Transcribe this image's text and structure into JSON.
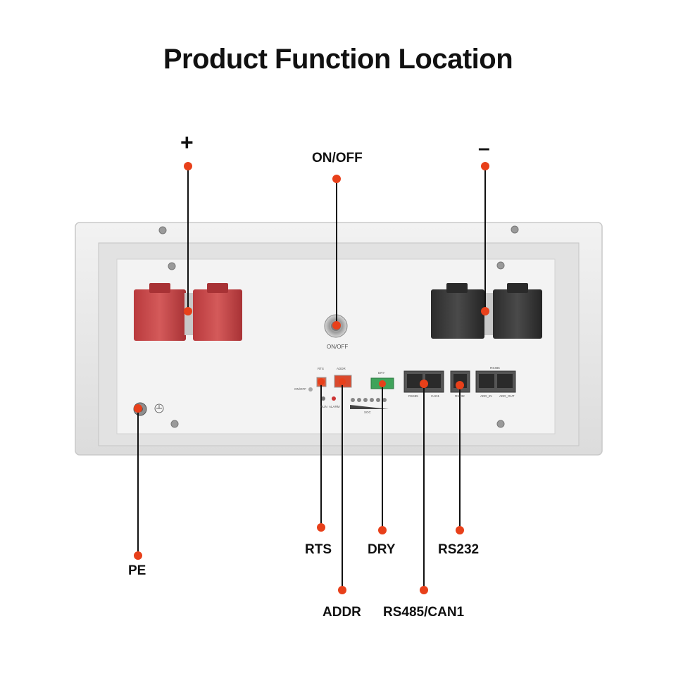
{
  "title": "Product Function Location",
  "accent_color": "#e8401a",
  "callouts": {
    "plus": "+",
    "minus": "–",
    "on_off": "ON/OFF",
    "pe": "PE",
    "rts": "RTS",
    "addr": "ADDR",
    "dry": "DRY",
    "rs232": "RS232",
    "rs485_can1": "RS485/CAN1"
  },
  "panel_labels": {
    "on_off": "ON/OFF",
    "on_off_small": "ON/OFF",
    "rts": "RTS",
    "addr": "ADDR",
    "dry": "DRY",
    "run": "RUN",
    "alarm": "ALARM",
    "soc": "SOC",
    "rs485": "RS485",
    "can1": "CAN1",
    "rs232": "RS232",
    "rs485_top": "RS485",
    "add_in": "ADD_IN",
    "add_out": "ADD_OUT"
  }
}
